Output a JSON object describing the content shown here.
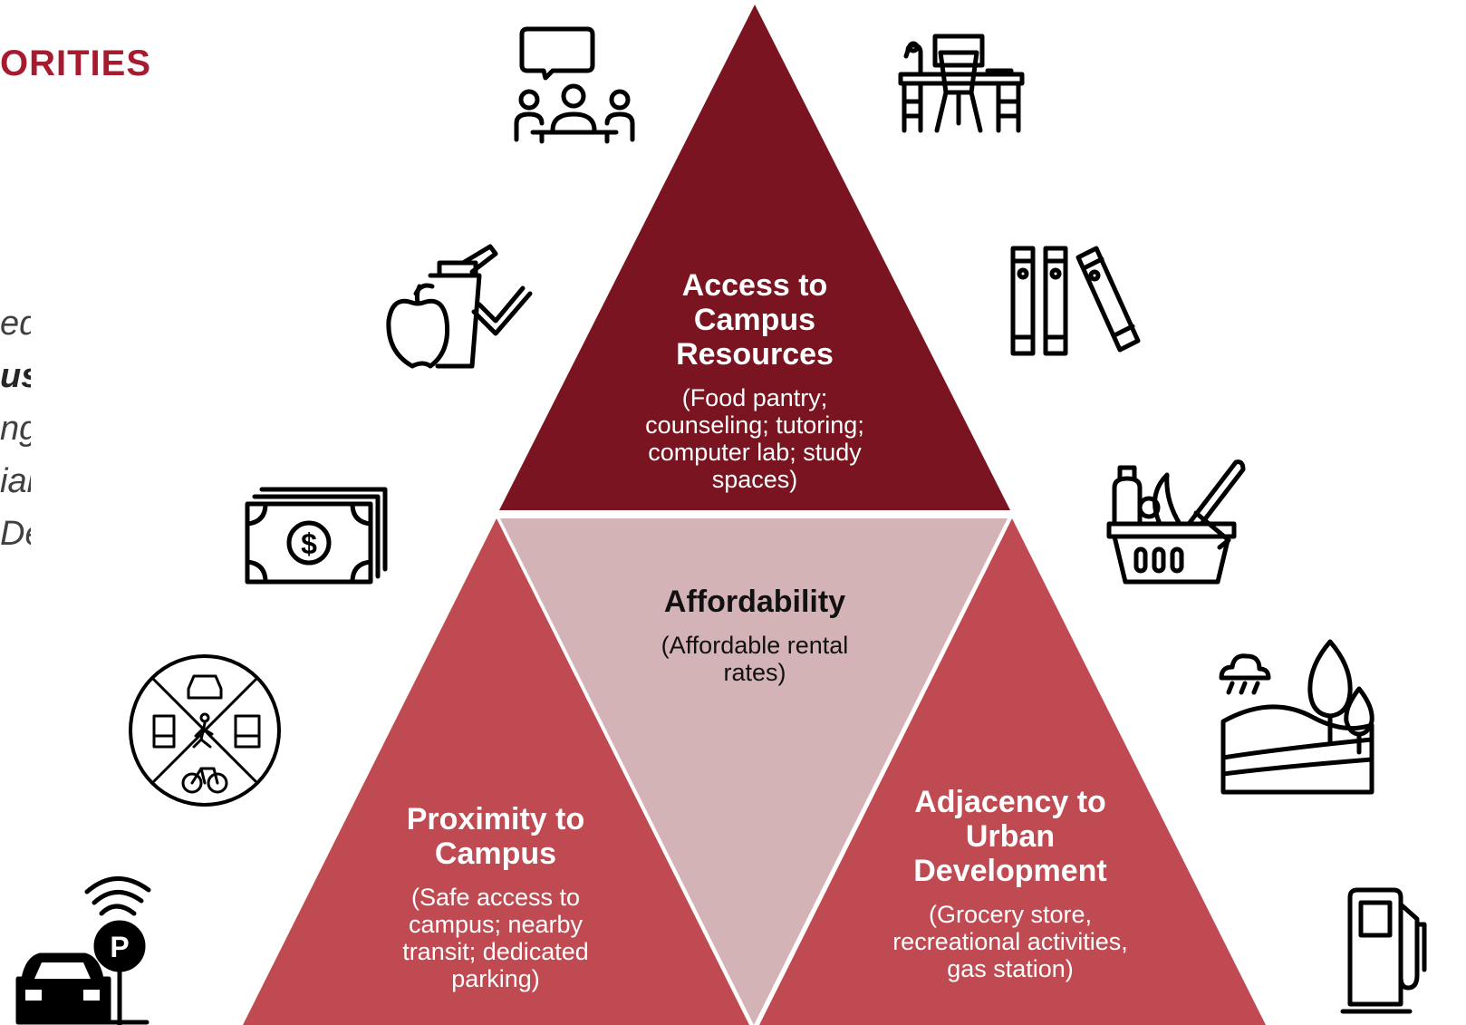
{
  "page": {
    "heading": "ORITIES",
    "side_lines": [
      "ed",
      "us",
      "ng",
      "ial",
      "De"
    ]
  },
  "colors": {
    "top": "#7A1420",
    "center": "#D4B3B6",
    "bottom": "#C04A52",
    "heading": "#A61C2E"
  },
  "nodes": {
    "top": {
      "title": "Access to Campus Resources",
      "subtitle": "(Food pantry; counseling; tutoring; computer lab; study spaces)"
    },
    "center": {
      "title": "Affordability",
      "subtitle": "(Affordable rental rates)"
    },
    "left": {
      "title": "Proximity to Campus",
      "subtitle": "(Safe access to campus; nearby transit; dedicated parking)"
    },
    "right": {
      "title": "Adjacency to Urban Development",
      "subtitle": "(Grocery store, recreational activities, gas station)"
    }
  },
  "icons": [
    "group-discussion-icon",
    "desk-chair-icon",
    "food-checklist-icon",
    "books-icon",
    "money-icon",
    "grocery-basket-icon",
    "transit-modes-icon",
    "landscape-icon",
    "parking-icon",
    "gas-pump-icon"
  ]
}
